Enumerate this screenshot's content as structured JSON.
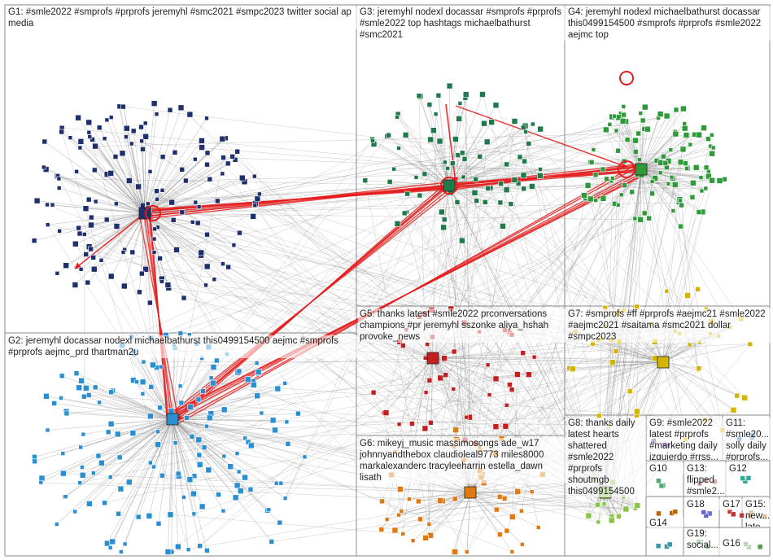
{
  "groups": [
    {
      "id": "G1",
      "label": "G1: #smle2022 #smprofs #prprofs jeremyhl #smc2021 #smpc2023 twitter social ap media",
      "color": "#1f2f6e"
    },
    {
      "id": "G2",
      "label": "G2: jeremyhl docassar nodexl michaelbathurst this0499154500 aejmc #smprofs #prprofs aejmc_prd thartman2u",
      "color": "#2a8fd0"
    },
    {
      "id": "G3",
      "label": "G3: jeremyhl nodexl docassar #smprofs #prprofs #smle2022 top hashtags michaelbathurst #smc2021",
      "color": "#1e7a4a"
    },
    {
      "id": "G4",
      "label": "G4: jeremyhl nodexl michaelbathurst docassar this0499154500 #smprofs #prprofs #smle2022 aejmc top",
      "color": "#2e9a3a"
    },
    {
      "id": "G5",
      "label": "G5: thanks latest #smle2022 prconversations champions #pr jeremyhl sszonke aliya_hshah provoke_news",
      "color": "#c41e1e"
    },
    {
      "id": "G6",
      "label": "G6: mikeyj_music massimosongs ade_w17 johnnyandthebox claudioleal9773 miles8000 markalexanderc tracyleeharrin estella_dawn lisath",
      "color": "#e07a10"
    },
    {
      "id": "G7",
      "label": "G7: #smprofs #ff #prprofs #aejmc21 #smle2022 #aejmc2021 #saitama #smc2021 dollar #smpc2023",
      "color": "#d4b400"
    },
    {
      "id": "G8",
      "label": "G8: thanks daily latest hearts shattered #smle2022 #prprofs shoutmgb this0499154500",
      "color": "#8bc34a"
    },
    {
      "id": "G9",
      "label": "G9: #smle2022 latest #prprofs #marketing daily izquierdo #rrss...",
      "color": "#7b3fa0"
    },
    {
      "id": "G10",
      "label": "G10",
      "color": "#5a7"
    },
    {
      "id": "G11",
      "label": "G11: #smle20... solly daily #prprofs...",
      "color": "#2c6fb0"
    },
    {
      "id": "G12",
      "label": "G12",
      "color": "#3a9"
    },
    {
      "id": "G13",
      "label": "G13: flipped #smle2...",
      "color": "#a33"
    },
    {
      "id": "G14",
      "label": "G14",
      "color": "#39a"
    },
    {
      "id": "G15",
      "label": "G15: new... late...",
      "color": "#b60"
    },
    {
      "id": "G16",
      "label": "G16",
      "color": "#595"
    },
    {
      "id": "G17",
      "label": "G17",
      "color": "#c33"
    },
    {
      "id": "G18",
      "label": "G18",
      "color": "#66c"
    },
    {
      "id": "G19",
      "label": "G19: social...",
      "color": "#494"
    }
  ],
  "edge_colors": {
    "default": "#8c8c8c",
    "highlight": "#e51c1c"
  }
}
